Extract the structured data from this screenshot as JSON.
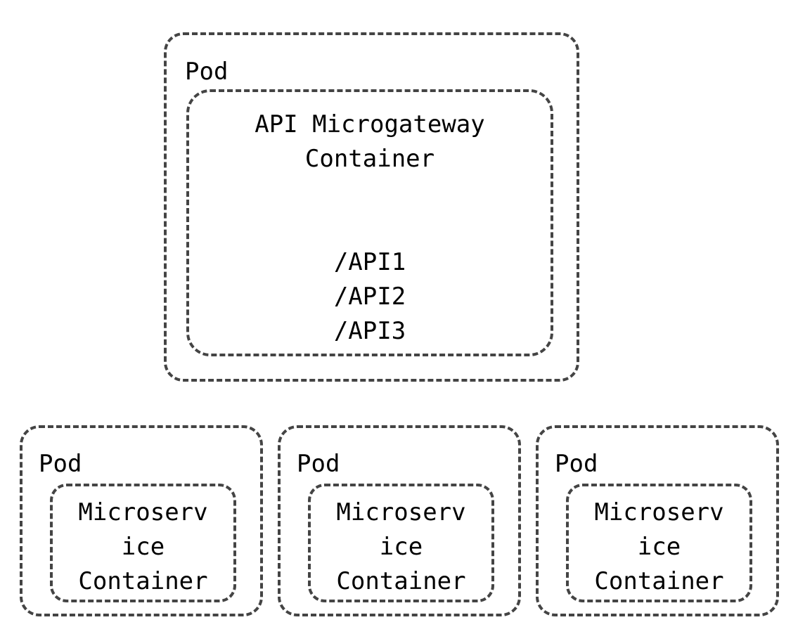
{
  "diagram": {
    "gateway_pod": {
      "label": "Pod",
      "container": {
        "title_lines": [
          "API Microgateway",
          "Container"
        ],
        "routes": [
          "/API1",
          "/API2",
          "/API3"
        ]
      }
    },
    "service_pods": [
      {
        "label": "Pod",
        "container_lines": [
          "Microserv",
          "ice",
          "Container"
        ]
      },
      {
        "label": "Pod",
        "container_lines": [
          "Microserv",
          "ice",
          "Container"
        ]
      },
      {
        "label": "Pod",
        "container_lines": [
          "Microserv",
          "ice",
          "Container"
        ]
      }
    ],
    "colors": {
      "border": "#444444",
      "text": "#000000",
      "background": "#ffffff"
    }
  }
}
